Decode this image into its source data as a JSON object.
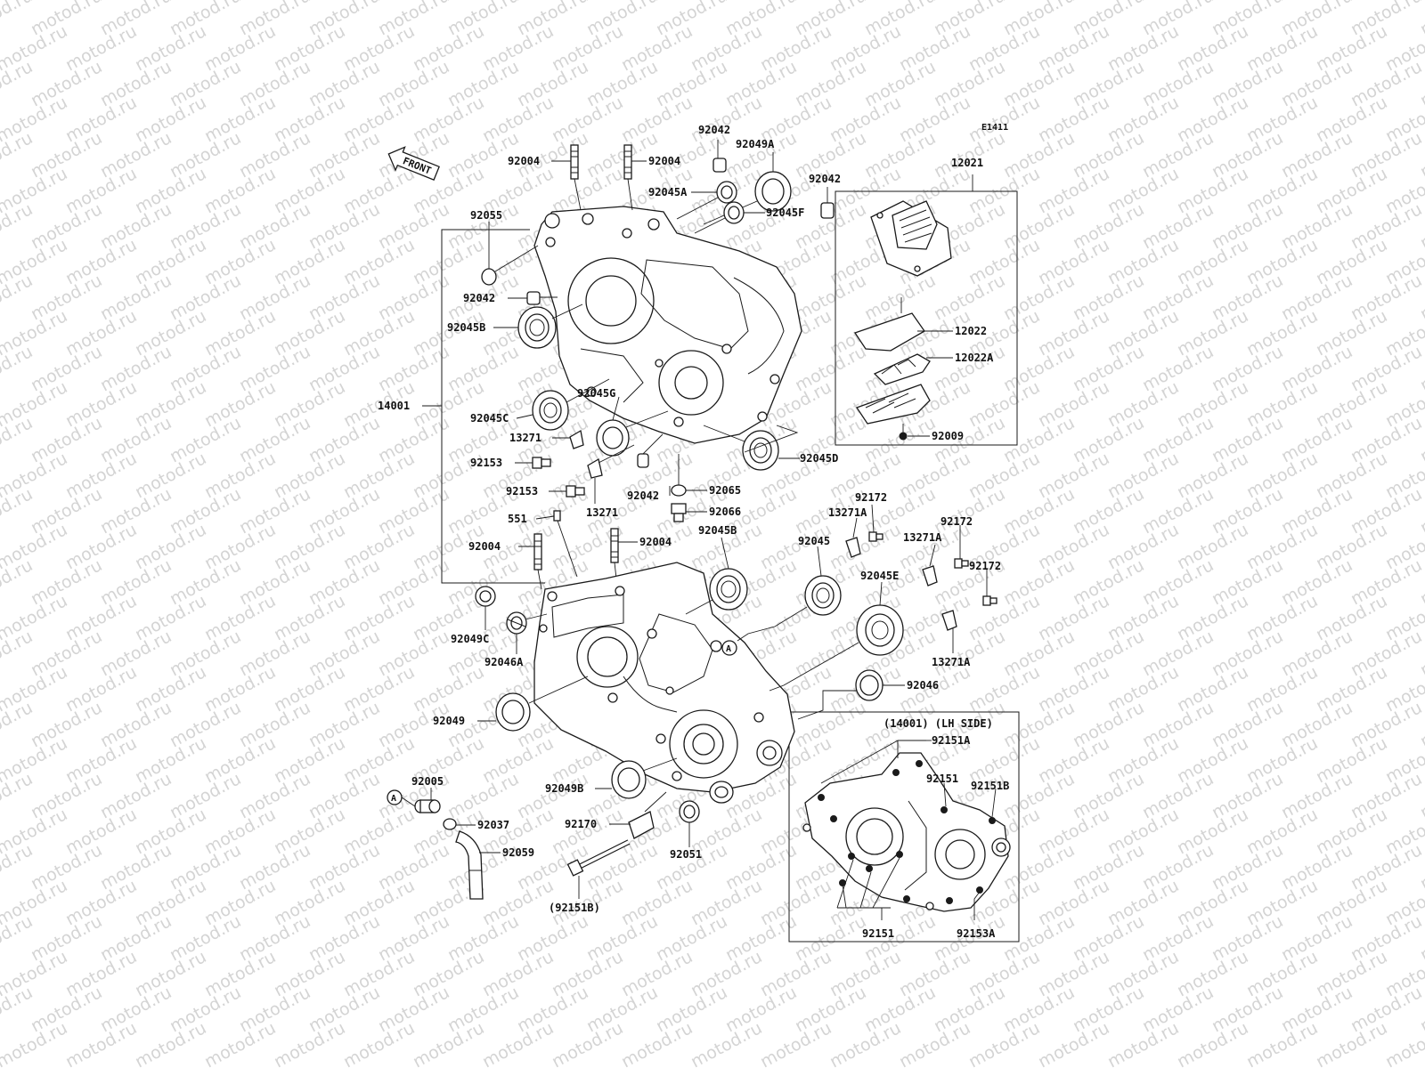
{
  "diagram_code": "E1411",
  "front_arrow_label": "FRONT",
  "watermark_text": "motod.ru",
  "inset_title": "(14001) (LH SIDE)",
  "callout_letter": "A",
  "labels": {
    "l_92004_top_left": "92004",
    "l_92004_top_right": "92004",
    "l_92042_top": "92042",
    "l_92049A": "92049A",
    "l_92045A": "92045A",
    "l_92042_right": "92042",
    "l_12021": "12021",
    "l_92055": "92055",
    "l_92045F": "92045F",
    "l_92042_left": "92042",
    "l_92045B_top": "92045B",
    "l_12022": "12022",
    "l_12022A": "12022A",
    "l_14001": "14001",
    "l_92045G": "92045G",
    "l_92045C": "92045C",
    "l_92009": "92009",
    "l_13271_top": "13271",
    "l_92045D": "92045D",
    "l_92153_a": "92153",
    "l_92065": "92065",
    "l_92172_a": "92172",
    "l_92153_b": "92153",
    "l_92042_mid": "92042",
    "l_92066": "92066",
    "l_13271A_a": "13271A",
    "l_13271_bottom": "13271",
    "l_551": "551",
    "l_92045B_mid": "92045B",
    "l_92172_b": "92172",
    "l_92045": "92045",
    "l_13271A_b": "13271A",
    "l_92004_mid_left": "92004",
    "l_92004_mid_right": "92004",
    "l_92045E": "92045E",
    "l_92172_c": "92172",
    "l_92049C": "92049C",
    "l_92046A": "92046A",
    "l_13271A_c": "13271A",
    "l_92046": "92046",
    "l_92049": "92049",
    "l_92151A": "92151A",
    "l_92151_top": "92151",
    "l_92151B": "92151B",
    "l_92005": "92005",
    "l_92049B": "92049B",
    "l_92037": "92037",
    "l_92170": "92170",
    "l_92059": "92059",
    "l_92051": "92051",
    "l_92151B_paren": "(92151B)",
    "l_92151_bottom": "92151",
    "l_92153A": "92153A"
  }
}
